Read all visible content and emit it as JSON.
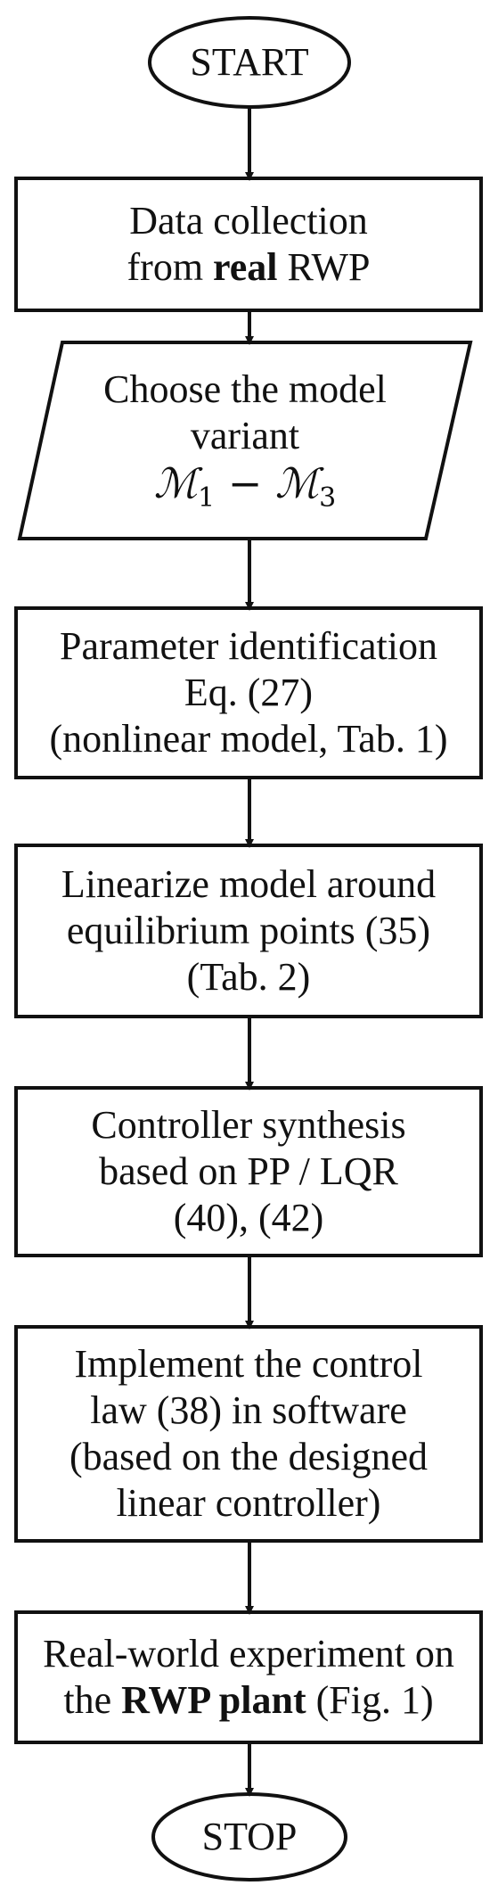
{
  "nodes": {
    "start": {
      "label": "START"
    },
    "data_collection": {
      "line1": "Data collection",
      "line2_prefix": "from ",
      "line2_bold": "real",
      "line2_suffix": " RWP"
    },
    "choose_model": {
      "line1": "Choose the model",
      "line2": "variant",
      "math_left": "ℳ",
      "math_left_sub": "1",
      "math_sep": " − ",
      "math_right": "ℳ",
      "math_right_sub": "3"
    },
    "parameter_identification": {
      "line1": "Parameter identification",
      "line2": "Eq. (27)",
      "line3": "(nonlinear model, Tab. 1)"
    },
    "linearize": {
      "line1": "Linearize model around",
      "line2": "equilibrium points (35)",
      "line3": "(Tab. 2)"
    },
    "controller_synthesis": {
      "line1": "Controller synthesis",
      "line2": "based on PP / LQR",
      "line3": "(40), (42)"
    },
    "implement": {
      "line1": "Implement the control",
      "line2": "law (38) in software",
      "line3": "(based on the designed",
      "line4": "linear controller)"
    },
    "experiment": {
      "line1": "Real-world experiment on",
      "line2_prefix": "the ",
      "line2_bold": "RWP plant",
      "line2_suffix": " (Fig. 1)"
    },
    "stop": {
      "label": "STOP"
    }
  },
  "colors": {
    "stroke": "#111111",
    "background": "#ffffff",
    "text": "#111111"
  }
}
